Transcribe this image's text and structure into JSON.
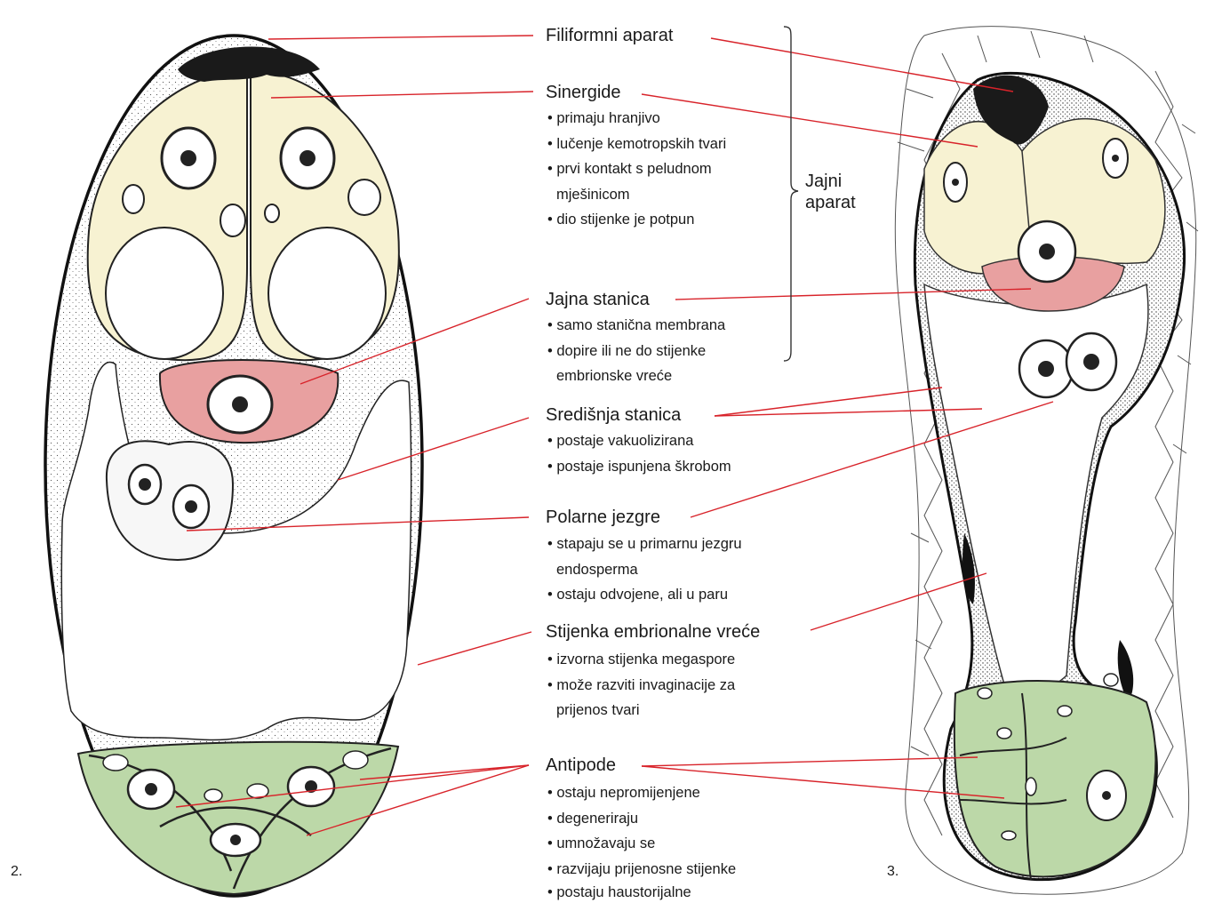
{
  "figure_numbers": {
    "left": "2.",
    "right": "3."
  },
  "bracket_label": [
    "Jajni",
    "aparat"
  ],
  "labels": [
    {
      "id": "filiformni",
      "title": "Filiformni aparat",
      "items": []
    },
    {
      "id": "sinergide",
      "title": "Sinergide",
      "items": [
        "primaju hranjivo",
        "lučenje kemotropskih tvari",
        "prvi kontakt s peludnom",
        "dio stijenke je potpun"
      ],
      "continuation": "mješinicom"
    },
    {
      "id": "jajna",
      "title": "Jajna stanica",
      "items": [
        "samo stanična membrana",
        "dopire ili ne do stijenke"
      ],
      "continuation": "embrionske vreće"
    },
    {
      "id": "sredisnja",
      "title": "Središnja stanica",
      "items": [
        "postaje vakuolizirana",
        "postaje ispunjena škrobom"
      ]
    },
    {
      "id": "polarne",
      "title": "Polarne jezgre",
      "items": [
        "stapaju se u primarnu jezgru",
        "ostaju odvojene, ali u paru"
      ],
      "continuation": "endosperma"
    },
    {
      "id": "stijenka",
      "title": "Stijenka embrionalne vreće",
      "items": [
        "izvorna stijenka megaspore",
        "može razviti invaginacije za"
      ],
      "continuation": "prijenos tvari"
    },
    {
      "id": "antipode",
      "title": "Antipode",
      "items": [
        "ostaju nepromijenjene",
        "degeneriraju",
        "umnožavaju se",
        "razvijaju prijenosne stijenke",
        "postaju haustorijalne"
      ]
    }
  ],
  "colors": {
    "synergid": "#f7f2d2",
    "egg_cell": "#e8a0a0",
    "antipodal": "#bcd8a8",
    "leader_line": "#d8232a",
    "outline": "#111111"
  }
}
